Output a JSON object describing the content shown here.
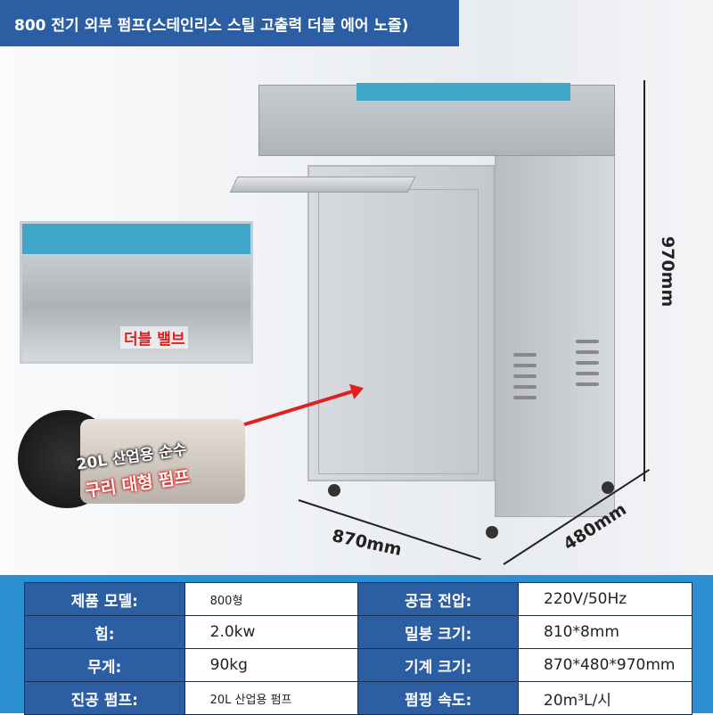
{
  "title": "800 전기 외부 펌프(스테인리스 스틸 고출력 더블 에어 노즐)",
  "inset_label": "더블 밸브",
  "pump_label_1": "20L 산업용 순수",
  "pump_label_2": "구리 대형 펌프",
  "dimensions": {
    "width": "870mm",
    "depth": "480mm",
    "height": "970mm"
  },
  "specs": [
    {
      "k1": "제품 모델:",
      "v1": "800형",
      "k2": "공급 전압:",
      "v2": "220V/50Hz"
    },
    {
      "k1": "힘:",
      "v1": "2.0kw",
      "k2": "밀봉 크기:",
      "v2": "810*8mm"
    },
    {
      "k1": "무게:",
      "v1": "90kg",
      "k2": "기계 크기:",
      "v2": "870*480*970mm"
    },
    {
      "k1": "진공 펌프:",
      "v1": "20L 산업용 펌프",
      "k2": "펌핑 속도:",
      "v2": "20m³L/시"
    }
  ]
}
